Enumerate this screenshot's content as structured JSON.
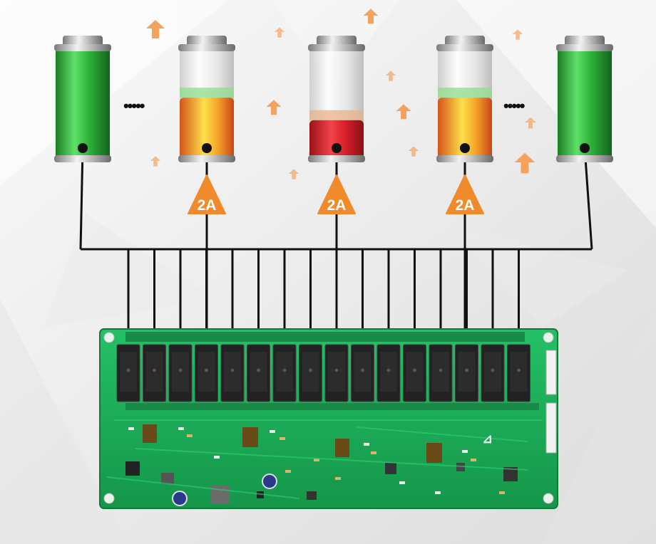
{
  "ellipsis_left": "•••••",
  "ellipsis_right": "•••••",
  "current_labels": [
    "2A",
    "2A",
    "2A"
  ],
  "batteries": [
    {
      "id": "battery-1",
      "state": "full",
      "level": 1.0,
      "color": "#2fb53a"
    },
    {
      "id": "battery-2",
      "state": "medium",
      "level": 0.55,
      "color": "#f08a1c"
    },
    {
      "id": "battery-3",
      "state": "low",
      "level": 0.35,
      "color": "#d9202a"
    },
    {
      "id": "battery-4",
      "state": "medium",
      "level": 0.55,
      "color": "#f08a1c"
    },
    {
      "id": "battery-5",
      "state": "full",
      "level": 1.0,
      "color": "#2fb53a"
    }
  ],
  "colors": {
    "arrow": "#f5a25d",
    "warning_triangle": "#f08a2a",
    "wire": "#111111",
    "pcb": "#1fb25a",
    "relay": "#222222"
  },
  "relay_count": 16,
  "icons": [
    "upward-arrow-icon",
    "warning-triangle-icon",
    "battery-icon",
    "pcb-board"
  ]
}
